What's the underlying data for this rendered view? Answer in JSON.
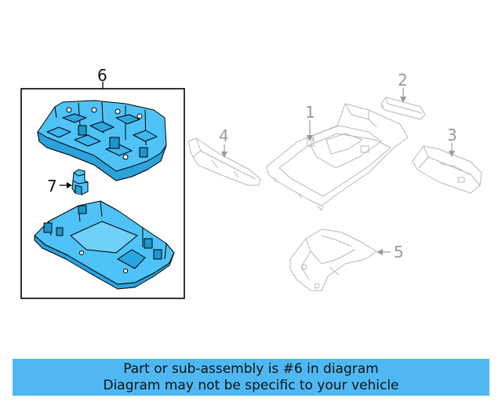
{
  "callouts": {
    "c1": "1",
    "c2": "2",
    "c3": "3",
    "c4": "4",
    "c5": "5",
    "c6": "6",
    "c7": "7"
  },
  "banner": {
    "line1": "Part or sub-assembly is #6 in diagram",
    "line2": "Diagram may not be specific to your vehicle"
  },
  "colors": {
    "highlight_fill": "#4fc3f7",
    "banner_bg": "#4fb8f2",
    "ghost_line": "#b8b8b8"
  }
}
